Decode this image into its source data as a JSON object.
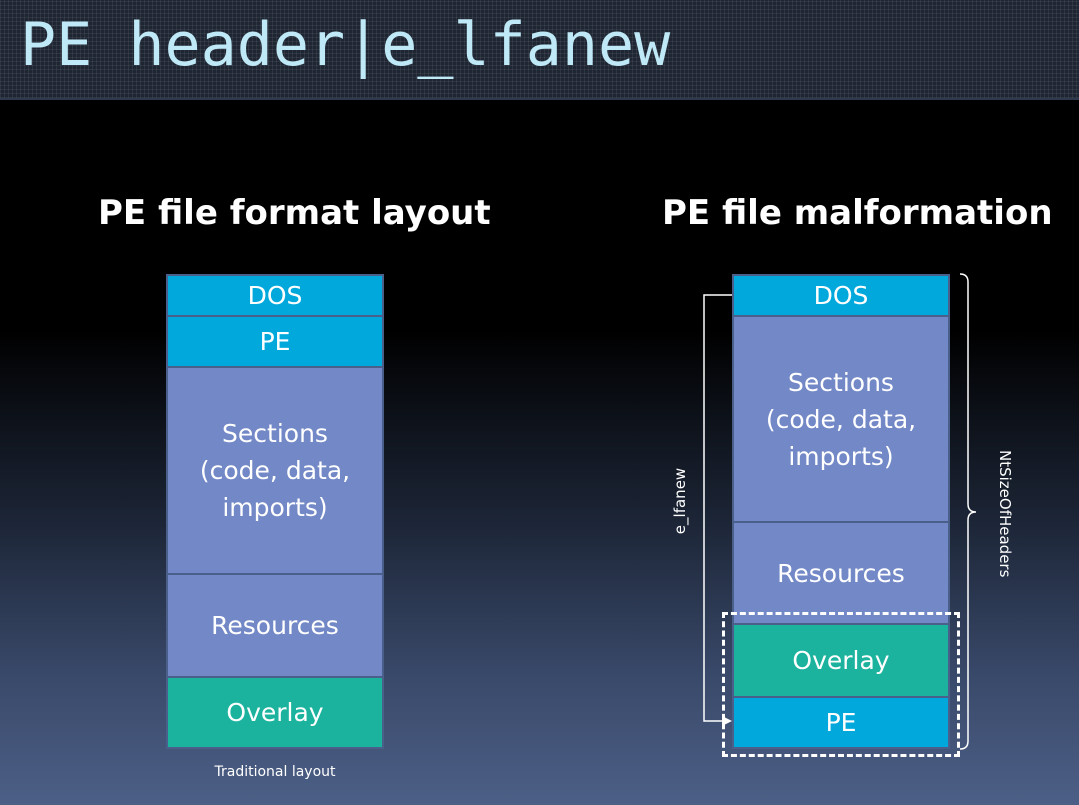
{
  "title": "PE header|e_lfanew",
  "left": {
    "heading": "PE file format layout",
    "blocks": {
      "dos": "DOS",
      "pe": "PE",
      "sections": "Sections\n(code, data,\nimports)",
      "resources": "Resources",
      "overlay": "Overlay"
    },
    "caption": "Traditional layout"
  },
  "right": {
    "heading": "PE file malformation",
    "blocks": {
      "dos": "DOS",
      "sections": "Sections\n(code, data,\nimports)",
      "resources": "Resources",
      "overlay": "Overlay",
      "pe": "PE"
    },
    "arrow_label": "e_lfanew",
    "brace_label": "NtSizeOfHeaders"
  },
  "colors": {
    "title_text": "#bfe9f7",
    "dos_pe_block": "#00a8dc",
    "sections_block": "#7388c6",
    "overlay_block": "#1cb39e",
    "block_border": "#4a5f8a"
  }
}
